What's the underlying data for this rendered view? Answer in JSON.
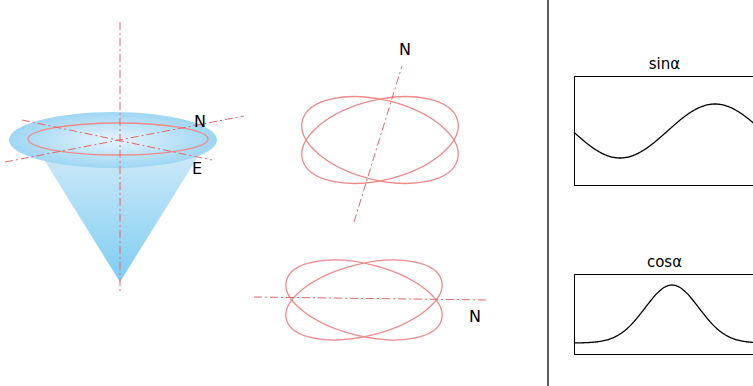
{
  "diagram": {
    "nodes": [
      {
        "text": [
          "sinα"
        ]
      },
      {
        "text": [
          "cosα"
        ]
      }
    ],
    "labels": [
      "N",
      "E",
      "N",
      "N"
    ]
  }
}
